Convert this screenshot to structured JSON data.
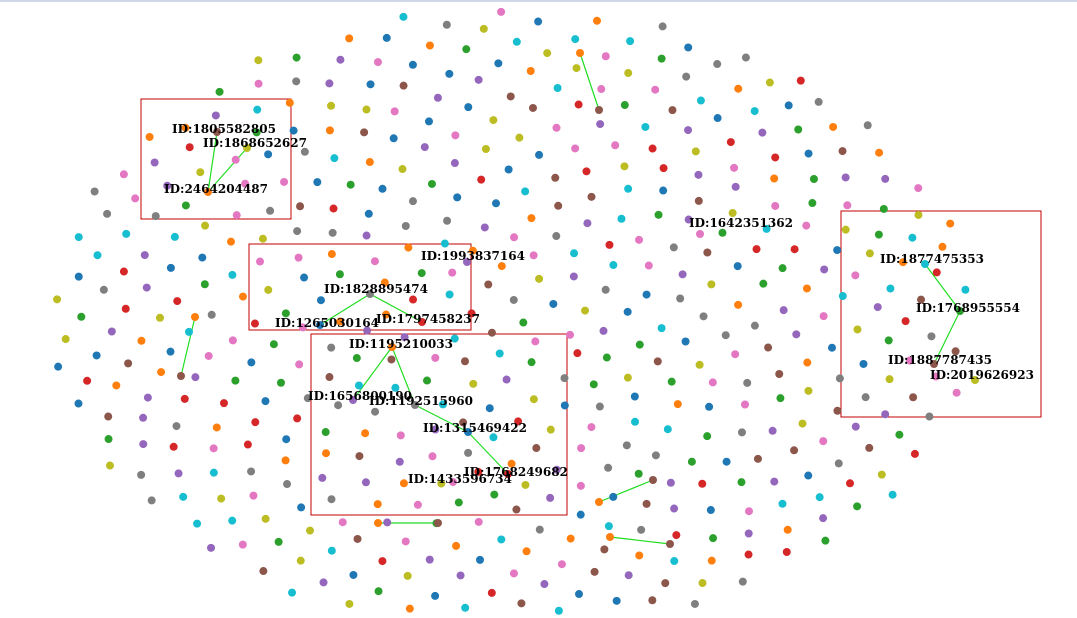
{
  "palette": [
    "#1f77b4",
    "#ff7f0e",
    "#2ca02c",
    "#d62728",
    "#9467bd",
    "#8c564b",
    "#e377c2",
    "#7f7f7f",
    "#bcbd22",
    "#17becf"
  ],
  "link_color": "#22dd22",
  "box_color": "#c00000",
  "labeled_nodes": [
    {
      "id": "n1805582805",
      "label": "ID:1805582805"
    },
    {
      "id": "n1868652627",
      "label": "ID:1868652627"
    },
    {
      "id": "n2464204487",
      "label": "ID:2464204487"
    },
    {
      "id": "n1993837164",
      "label": "ID:1993837164"
    },
    {
      "id": "n1828895474",
      "label": "ID:1828895474"
    },
    {
      "id": "n1265030164",
      "label": "ID:1265030164"
    },
    {
      "id": "n1797458237",
      "label": "ID:1797458237"
    },
    {
      "id": "n1642351362",
      "label": "ID:1642351362"
    },
    {
      "id": "n1877475353",
      "label": "ID:1877475353"
    },
    {
      "id": "n1768955554",
      "label": "ID:1768955554"
    },
    {
      "id": "n1887787435",
      "label": "ID:1887787435"
    },
    {
      "id": "n2019626923",
      "label": "ID:2019626923"
    },
    {
      "id": "n1195210033",
      "label": "ID:1195210033"
    },
    {
      "id": "n1656800190",
      "label": "ID:1656800190"
    },
    {
      "id": "n1192515960",
      "label": "ID:1192515960"
    },
    {
      "id": "n1315469422",
      "label": "ID:1315469422"
    },
    {
      "id": "n1768249682",
      "label": "ID:1768249682"
    },
    {
      "id": "n1433596734",
      "label": "ID:1433596734"
    }
  ],
  "links": [
    [
      "n1805582805",
      "n2464204487"
    ],
    [
      "n1868652627",
      "n2464204487"
    ],
    [
      "n1828895474",
      "n1265030164"
    ],
    [
      "n1828895474",
      "n1797458237"
    ],
    [
      "n1877475353",
      "n1768955554"
    ],
    [
      "n1768955554",
      "n1887787435"
    ],
    [
      "n1195210033",
      "n1656800190"
    ],
    [
      "n1195210033",
      "n1192515960"
    ],
    [
      "n1192515960",
      "n1315469422"
    ],
    [
      "n1315469422",
      "n1768249682"
    ]
  ]
}
